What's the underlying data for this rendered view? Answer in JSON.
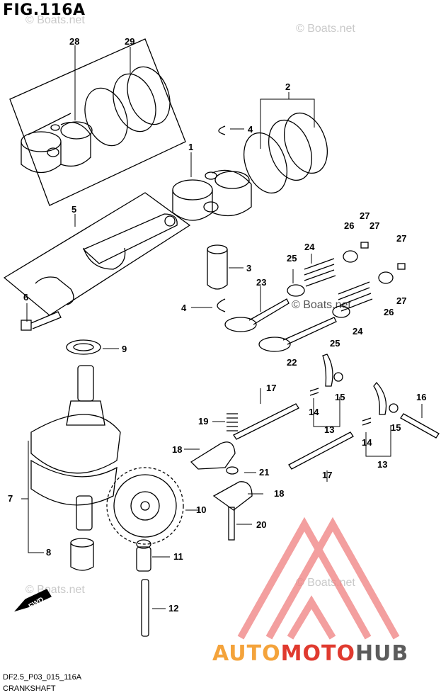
{
  "figure": {
    "title": "FIG.116A",
    "code": "DF2.5_P03_015_116A",
    "section": "CRANKSHAFT"
  },
  "watermarks": {
    "top_left": "© Boats.net",
    "top_right": "© Boats.net",
    "middle": "© Boats.net",
    "lower_left": "© Boats.net",
    "lower_right": "© Boats.net"
  },
  "fwd": "FWD",
  "brand": {
    "part1": "AUTO",
    "part2": "MOTO",
    "part3": "HUB",
    "colors": {
      "auto": "#f4a33b",
      "moto": "#e03a2f",
      "hub": "#5c5c5c",
      "logo": "#f08080"
    }
  },
  "callouts": [
    {
      "id": "c28",
      "label": "28"
    },
    {
      "id": "c29",
      "label": "29"
    },
    {
      "id": "c2",
      "label": "2"
    },
    {
      "id": "c4a",
      "label": "4"
    },
    {
      "id": "c1",
      "label": "1"
    },
    {
      "id": "c5",
      "label": "5"
    },
    {
      "id": "c3",
      "label": "3"
    },
    {
      "id": "c6",
      "label": "6"
    },
    {
      "id": "c4b",
      "label": "4"
    },
    {
      "id": "c9",
      "label": "9"
    },
    {
      "id": "c27a",
      "label": "27"
    },
    {
      "id": "c26a",
      "label": "26"
    },
    {
      "id": "c27b",
      "label": "27"
    },
    {
      "id": "c24a",
      "label": "24"
    },
    {
      "id": "c25a",
      "label": "25"
    },
    {
      "id": "c27c",
      "label": "27"
    },
    {
      "id": "c23",
      "label": "23"
    },
    {
      "id": "c27d",
      "label": "27"
    },
    {
      "id": "c26b",
      "label": "26"
    },
    {
      "id": "c24b",
      "label": "24"
    },
    {
      "id": "c25b",
      "label": "25"
    },
    {
      "id": "c22",
      "label": "22"
    },
    {
      "id": "c17a",
      "label": "17"
    },
    {
      "id": "c15a",
      "label": "15"
    },
    {
      "id": "c14a",
      "label": "14"
    },
    {
      "id": "c13a",
      "label": "13"
    },
    {
      "id": "c19",
      "label": "19"
    },
    {
      "id": "c16",
      "label": "16"
    },
    {
      "id": "c18a",
      "label": "18"
    },
    {
      "id": "c15b",
      "label": "15"
    },
    {
      "id": "c14b",
      "label": "14"
    },
    {
      "id": "c13b",
      "label": "13"
    },
    {
      "id": "c21",
      "label": "21"
    },
    {
      "id": "c17b",
      "label": "17"
    },
    {
      "id": "c7",
      "label": "7"
    },
    {
      "id": "c18b",
      "label": "18"
    },
    {
      "id": "c10",
      "label": "10"
    },
    {
      "id": "c20",
      "label": "20"
    },
    {
      "id": "c8",
      "label": "8"
    },
    {
      "id": "c11",
      "label": "11"
    },
    {
      "id": "c12",
      "label": "12"
    }
  ]
}
